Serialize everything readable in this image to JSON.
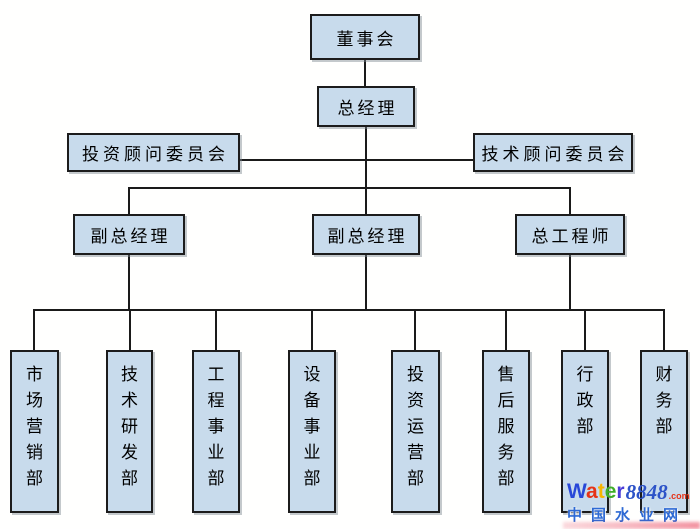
{
  "org_chart": {
    "nodes": {
      "board": {
        "label": "董事会"
      },
      "gm": {
        "label": "总经理"
      },
      "invest_committee": {
        "label": "投资顾问委员会"
      },
      "tech_committee": {
        "label": "技术顾问委员会"
      },
      "deputy_gm_1": {
        "label": "副总经理"
      },
      "deputy_gm_2": {
        "label": "副总经理"
      },
      "chief_engineer": {
        "label": "总工程师"
      },
      "dept_marketing": {
        "label": "市场营销部"
      },
      "dept_rd": {
        "label": "技术研发部"
      },
      "dept_engineering": {
        "label": "工程事业部"
      },
      "dept_equipment": {
        "label": "设备事业部"
      },
      "dept_investment_ops": {
        "label": "投资运营部"
      },
      "dept_after_sales": {
        "label": "售后服务部"
      },
      "dept_admin": {
        "label": "行政部"
      },
      "dept_finance": {
        "label": "财务部"
      }
    },
    "relationships": {
      "board": [
        "gm"
      ],
      "gm_advisors": [
        "invest_committee",
        "tech_committee"
      ],
      "gm": [
        "deputy_gm_1",
        "deputy_gm_2",
        "chief_engineer"
      ],
      "department_bus_parents": [
        "deputy_gm_1",
        "deputy_gm_2",
        "chief_engineer"
      ],
      "departments": [
        "dept_marketing",
        "dept_rd",
        "dept_engineering",
        "dept_equipment",
        "dept_investment_ops",
        "dept_after_sales",
        "dept_admin",
        "dept_finance"
      ]
    },
    "colors": {
      "box_fill": "#c8dbec",
      "box_border": "#1c1c1c",
      "line": "#1a1a1a",
      "background": "#fffffe"
    }
  },
  "watermark": {
    "water_letters": [
      {
        "ch": "W",
        "color": "#2847d8"
      },
      {
        "ch": "a",
        "color": "#e63317"
      },
      {
        "ch": "t",
        "color": "#f7b500"
      },
      {
        "ch": "e",
        "color": "#3fae29"
      },
      {
        "ch": "r",
        "color": "#4a3bd8"
      }
    ],
    "number": "8848",
    "tld": ".com",
    "site_name": "中国水业网"
  }
}
